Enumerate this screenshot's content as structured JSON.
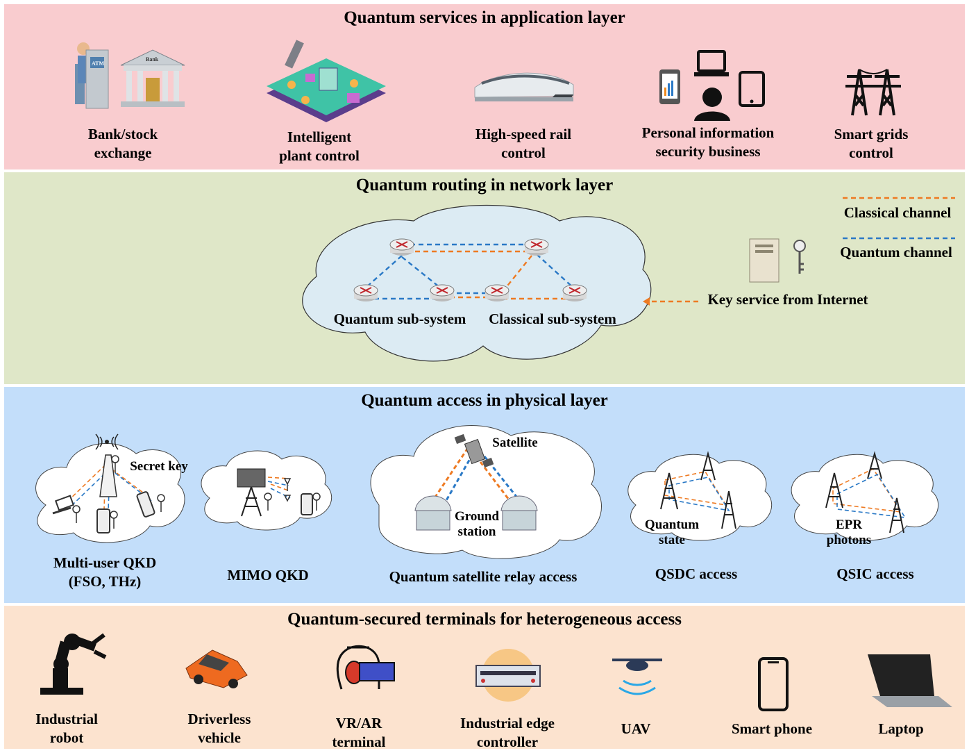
{
  "application_layer": {
    "title": "Quantum services in application layer",
    "items": [
      {
        "label": "Bank/stock\nexchange",
        "icon": "bank-atm-icon",
        "bank_sign": "Bank",
        "atm_sign": "ATM"
      },
      {
        "label": "Intelligent\nplant control",
        "icon": "factory-icon"
      },
      {
        "label": "High-speed rail\ncontrol",
        "icon": "train-icon"
      },
      {
        "label": "Personal information\nsecurity business",
        "icon": "personal-devices-icon"
      },
      {
        "label": "Smart grids\ncontrol",
        "icon": "power-tower-icon"
      }
    ]
  },
  "network_layer": {
    "title": "Quantum routing in network layer",
    "legend": {
      "classical": "Classical channel",
      "quantum": "Quantum channel"
    },
    "quantum_subsystem": "Quantum sub-system",
    "classical_subsystem": "Classical sub-system",
    "key_service": "Key service from Internet"
  },
  "physical_layer": {
    "title": "Quantum access in physical layer",
    "items": [
      {
        "label": "Multi-user QKD\n(FSO, THz)",
        "inner": "Secret key"
      },
      {
        "label": "MIMO QKD"
      },
      {
        "label": "Quantum satellite relay access",
        "satellite": "Satellite",
        "ground": "Ground\nstation"
      },
      {
        "label": "QSDC access",
        "inner": "Quantum\nstate"
      },
      {
        "label": "QSIC access",
        "inner": "EPR\nphotons"
      }
    ]
  },
  "terminal_layer": {
    "title": "Quantum-secured terminals for heterogeneous access",
    "items": [
      {
        "label": "Industrial\nrobot",
        "icon": "robot-arm-icon"
      },
      {
        "label": "Driverless\nvehicle",
        "icon": "car-icon"
      },
      {
        "label": "VR/AR\nterminal",
        "icon": "vr-headset-icon"
      },
      {
        "label": "Industrial edge\ncontroller",
        "icon": "edge-controller-icon"
      },
      {
        "label": "UAV",
        "icon": "drone-icon"
      },
      {
        "label": "Smart phone",
        "icon": "smartphone-icon"
      },
      {
        "label": "Laptop",
        "icon": "laptop-icon"
      }
    ]
  },
  "colors": {
    "application": "#f9cccf",
    "network": "#dfe7c8",
    "physical": "#c3defa",
    "terminal": "#fce3cf",
    "classical": "#ee7a22",
    "quantum": "#2a79c6"
  }
}
